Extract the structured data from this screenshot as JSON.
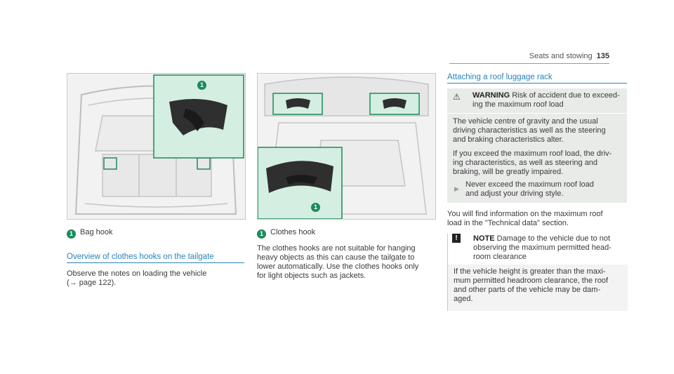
{
  "header": {
    "section": "Seats and stowing",
    "page": "135"
  },
  "figure1": {
    "callout": "1"
  },
  "figure2": {
    "callout": "1"
  },
  "col1": {
    "caption_num": "1",
    "caption": "Bag hook",
    "section_title": "Overview of clothes hooks on the tailgate",
    "body_line1": "Observe the notes on loading the vehicle",
    "body_line2": "(→ page 122)."
  },
  "col2": {
    "caption_num": "1",
    "caption": "Clothes hook",
    "body": [
      "The clothes hooks are not suitable for hanging",
      "heavy objects as this can cause the tailgate to",
      "lower automatically. Use the clothes hooks only",
      "for light objects such as jackets."
    ]
  },
  "col3": {
    "section_title": "Attaching a roof luggage rack",
    "warning": {
      "label": "WARNING",
      "title_rest": "Risk of accident due to exceed-",
      "title_line2": "ing the maximum roof load",
      "para1": [
        "The vehicle centre of gravity and the usual",
        "driving characteristics as well as the steering",
        "and braking characteristics alter."
      ],
      "para2": [
        "If you exceed the maximum roof load, the driv-",
        "ing characteristics, as well as steering and",
        "braking, will be greatly impaired."
      ],
      "action": [
        "Never exceed the maximum roof load",
        "and adjust your driving style."
      ]
    },
    "info": [
      "You will find information on the maximum roof",
      "load in the \"Technical data\" section."
    ],
    "note": {
      "label": "NOTE",
      "title_rest": "Damage to the vehicle due to not",
      "title_line2": "observing the maximum permitted head-",
      "title_line3": "room clearance",
      "body": [
        "If the vehicle height is greater than the maxi-",
        "mum permitted headroom clearance, the roof",
        "and other parts of the vehicle may be dam-",
        "aged."
      ]
    }
  },
  "colors": {
    "accent_green": "#1d8a5a",
    "section_blue": "#2a83b8",
    "panel_green": "#d4eee2"
  }
}
